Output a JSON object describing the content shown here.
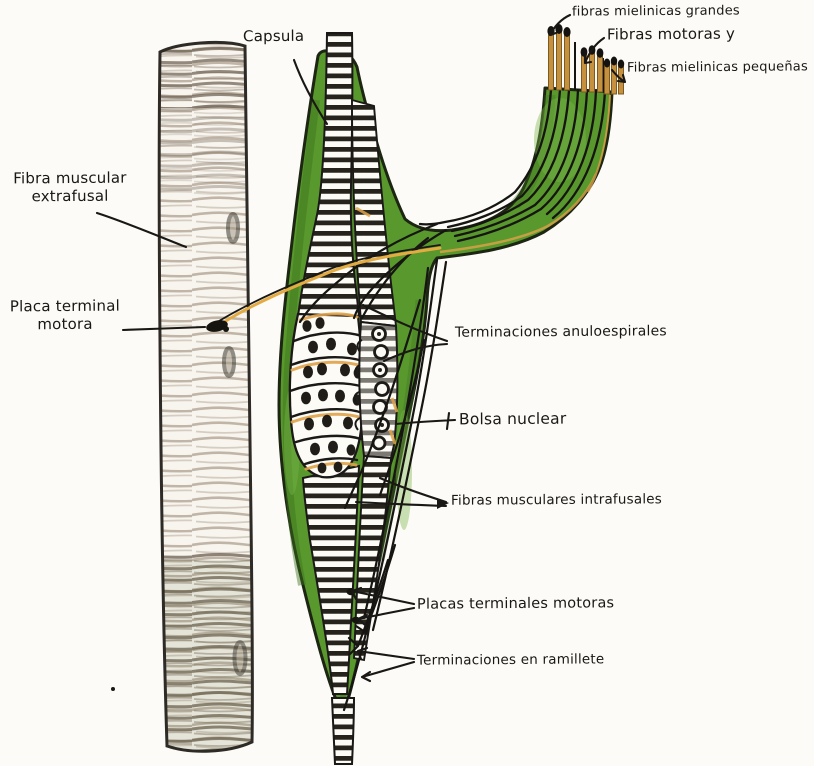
{
  "labels": {
    "capsula": "Capsula",
    "fibras_mielinicas_grandes": "fibras mielinicas grandes",
    "fibras_motoras": "Fibras motoras y",
    "fibras_mielinicas_pequenas": "Fibras mielinicas pequeñas",
    "fibra_muscular_extrafusal": "Fibra muscular\nextrafusal",
    "placa_terminal_motora": "Placa terminal\nmotora",
    "terminaciones_anuloespirales": "Terminaciones anuloespirales",
    "bolsa_nuclear": "Bolsa nuclear",
    "fibras_musculares_intrafusales": "Fibras musculares intrafusales",
    "placas_terminales_motoras": "Placas terminales motoras",
    "terminaciones_en_ramillete": "Terminaciones en ramillete"
  },
  "colors": {
    "capsule_green": "#58982d",
    "capsule_green_dark": "#3e7420",
    "capsule_green_light": "#7ab648",
    "myelin_tan": "#c5913f",
    "accent_orange": "#e0a34a",
    "ink": "#1b1813",
    "paper": "#fcfbf8",
    "fiber_white": "#fcfbf5"
  }
}
